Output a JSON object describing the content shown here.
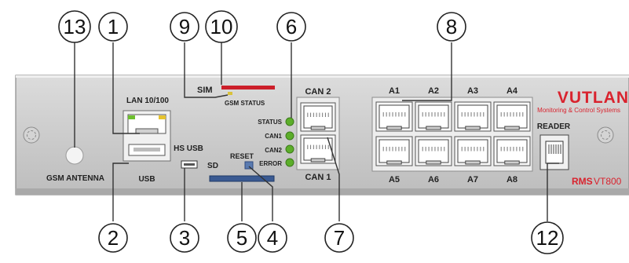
{
  "brand": {
    "name": "VUTLAN",
    "tagline": "Monitoring & Control Systems",
    "model_prefix": "RMS",
    "model_name": "VT800"
  },
  "colors": {
    "brand_red": "#d9232e",
    "led_green": "#5cae2a",
    "panel": "#c9c9c9",
    "sim_red": "#cc1f2a",
    "sd_blue": "#3a5a92"
  },
  "labels": {
    "sim": "SIM",
    "gsm_status": "GSM STATUS",
    "lan": "LAN 10/100",
    "usb": "USB",
    "hs_usb": "HS USB",
    "sd": "SD",
    "reset": "RESET",
    "status": "STATUS",
    "can1_led": "CAN1",
    "can2_led": "CAN2",
    "error": "ERROR",
    "can2_port": "CAN 2",
    "can1_port": "CAN 1",
    "gsm_antenna": "GSM ANTENNA",
    "reader": "READER"
  },
  "analog_ports": {
    "top": [
      "A1",
      "A2",
      "A3",
      "A4"
    ],
    "bottom": [
      "A5",
      "A6",
      "A7",
      "A8"
    ]
  },
  "callouts": [
    "1",
    "2",
    "3",
    "4",
    "5",
    "6",
    "7",
    "8",
    "9",
    "10",
    "12",
    "13"
  ]
}
